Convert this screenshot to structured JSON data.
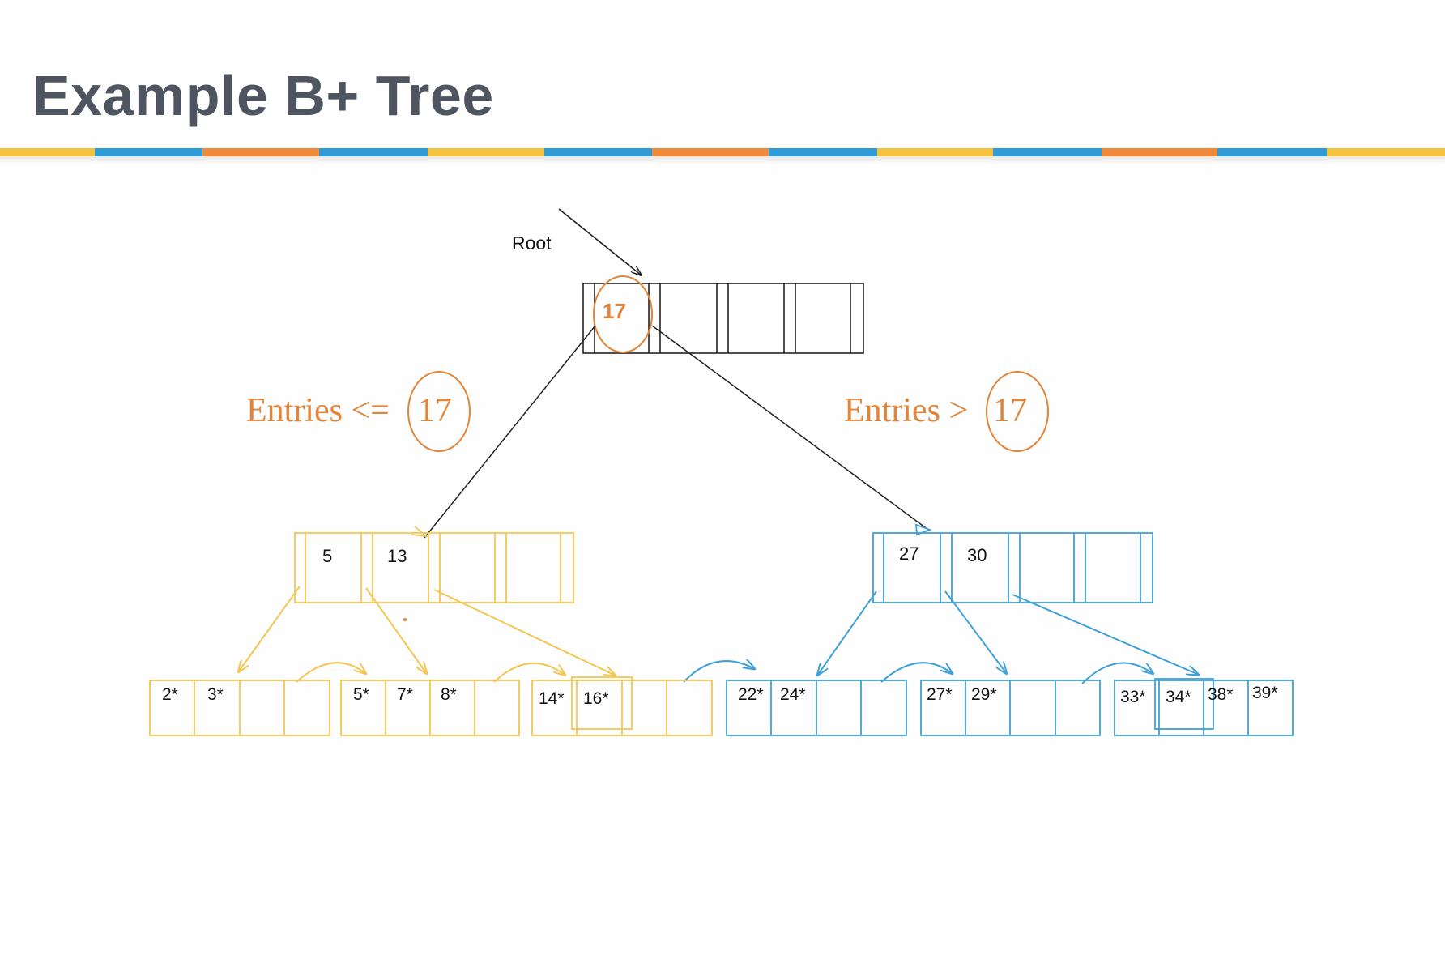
{
  "title": "Example B+ Tree",
  "colors": {
    "stripe_yellow": "#f4c23c",
    "stripe_blue": "#2e9bd6",
    "stripe_orange": "#ee8a3a",
    "left_subtree": "#f3c651",
    "right_subtree": "#3fa0d8",
    "annotation": "#e0853a",
    "title_text": "#4e5560"
  },
  "stripe_colors": [
    "yellow",
    "blue",
    "orange",
    "blue",
    "yellow",
    "blue",
    "orange",
    "blue",
    "yellow",
    "blue",
    "orange",
    "blue",
    "yellow"
  ],
  "diagram": {
    "root_label": "Root",
    "root": {
      "keys": [
        "17",
        "",
        "",
        ""
      ]
    },
    "annotations": {
      "left": {
        "text": "Entries <=",
        "value": "17"
      },
      "right": {
        "text": "Entries >",
        "value": "17"
      }
    },
    "inner_left": {
      "keys": [
        "5",
        "13",
        "",
        ""
      ]
    },
    "inner_right": {
      "keys": [
        "27",
        "30",
        "",
        ""
      ]
    },
    "leaves": [
      {
        "keys": [
          "2*",
          "3*",
          "",
          ""
        ]
      },
      {
        "keys": [
          "5*",
          "7*",
          "8*",
          ""
        ]
      },
      {
        "keys": [
          "14*",
          "16*",
          "",
          ""
        ]
      },
      {
        "keys": [
          "22*",
          "24*",
          "",
          ""
        ]
      },
      {
        "keys": [
          "27*",
          "29*",
          "",
          ""
        ]
      },
      {
        "keys": [
          "33*",
          "34*",
          "38*",
          "39*"
        ]
      }
    ]
  }
}
